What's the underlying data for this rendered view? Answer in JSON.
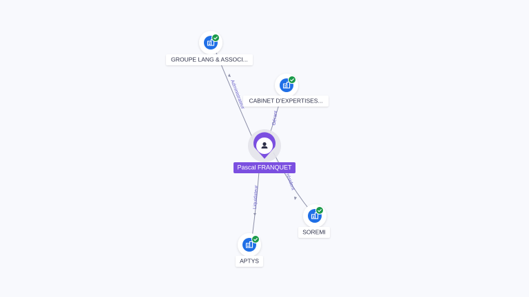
{
  "colors": {
    "background": "#f8f9fd",
    "person_accent": "#7b4fe0",
    "company_blue": "#1f6fe6",
    "verified_green": "#1a9a4a",
    "edge": "#8c8fa8",
    "edge_label": "#6b63c9"
  },
  "center": {
    "name": "Pascal FRANQUET",
    "icon": "person-icon"
  },
  "companies": [
    {
      "id": "groupe-lang",
      "label": "GROUPE LANG & ASSOCI...",
      "icon": "building-icon",
      "verified_icon": "check-icon"
    },
    {
      "id": "cabinet",
      "label": "CABINET D'EXPERTISES...",
      "icon": "building-icon",
      "verified_icon": "check-icon"
    },
    {
      "id": "soremi",
      "label": "SOREMI",
      "icon": "building-icon",
      "verified_icon": "check-icon"
    },
    {
      "id": "aptys",
      "label": "APTYS",
      "icon": "building-icon",
      "verified_icon": "check-icon"
    }
  ],
  "relations": [
    {
      "to": "groupe-lang",
      "label": "Administrateur"
    },
    {
      "to": "cabinet",
      "label": "Gérant"
    },
    {
      "to": "soremi",
      "label": "Président"
    },
    {
      "to": "aptys",
      "label": "Liquidateur"
    }
  ]
}
